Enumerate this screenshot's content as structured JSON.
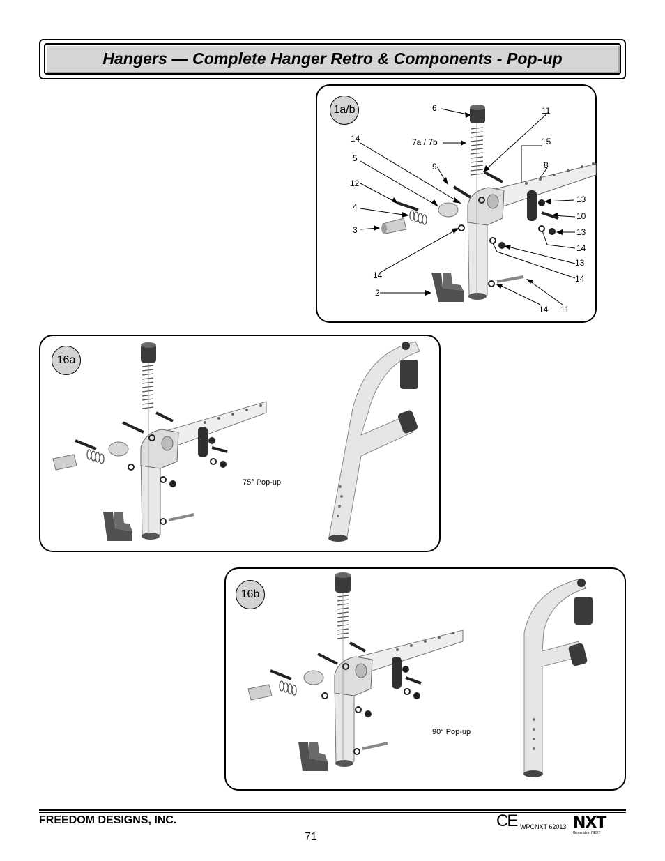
{
  "title": "Hangers — Complete Hanger Retro & Components - Pop-up",
  "panel_1ab": {
    "badge": "1a/b",
    "callouts": {
      "c6": "6",
      "c11a": "11",
      "c14a": "14",
      "c7ab": "7a / 7b",
      "c15": "15",
      "c5": "5",
      "c9": "9",
      "c8": "8",
      "c12": "12",
      "c13a": "13",
      "c4": "4",
      "c10": "10",
      "c3": "3",
      "c13b": "13",
      "c14b": "14",
      "c13c": "13",
      "c14c": "14",
      "c14d": "14",
      "c2": "2",
      "c14e": "14",
      "c11b": "11"
    }
  },
  "panel_16a": {
    "badge": "16a",
    "caption": "75° Pop-up"
  },
  "panel_16b": {
    "badge": "16b",
    "caption": "90° Pop-up"
  },
  "footer": {
    "company": "FREEDOM DESIGNS, INC.",
    "page_number": "71",
    "ce_mark": "CE",
    "doc_code": "WPCNXT 62013",
    "logo": "NXT",
    "logo_sub": "Generation NEXT"
  }
}
